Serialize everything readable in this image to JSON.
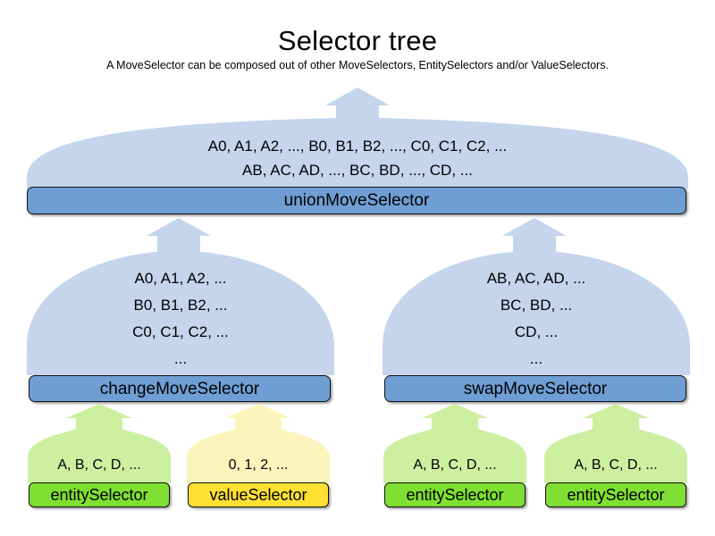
{
  "header": {
    "title": "Selector tree",
    "subtitle": "A MoveSelector can be composed out of other MoveSelectors, EntitySelectors and/or ValueSelectors."
  },
  "colors": {
    "move_bar": "#6f9ed4",
    "move_body": "#c4d5ec",
    "entity_bar": "#7fe033",
    "entity_body": "#cdefa0",
    "value_bar": "#ffe033",
    "value_body": "#fbf4bd",
    "outline": "#111111",
    "background": "#ffffff"
  },
  "nodes": {
    "union": {
      "label": "unionMoveSelector",
      "type": "move-selector",
      "lines": [
        "A0, A1, A2, ..., B0, B1, B2, ..., C0, C1, C2, ...",
        "AB, AC, AD, ..., BC, BD, ..., CD, ..."
      ]
    },
    "change": {
      "label": "changeMoveSelector",
      "type": "move-selector",
      "lines": [
        "A0, A1, A2, ...",
        "B0, B1, B2, ...",
        "C0, C1, C2, ...",
        "..."
      ]
    },
    "swap": {
      "label": "swapMoveSelector",
      "type": "move-selector",
      "lines": [
        "AB, AC, AD, ...",
        "BC, BD, ...",
        "CD, ...",
        "..."
      ]
    },
    "change_entity": {
      "label": "entitySelector",
      "type": "entity-selector",
      "lines": [
        "A, B, C, D, ..."
      ]
    },
    "change_value": {
      "label": "valueSelector",
      "type": "value-selector",
      "lines": [
        "0, 1, 2, ..."
      ]
    },
    "swap_entity_left": {
      "label": "entitySelector",
      "type": "entity-selector",
      "lines": [
        "A, B, C, D, ..."
      ]
    },
    "swap_entity_right": {
      "label": "entitySelector",
      "type": "entity-selector",
      "lines": [
        "A, B, C, D, ..."
      ]
    }
  }
}
